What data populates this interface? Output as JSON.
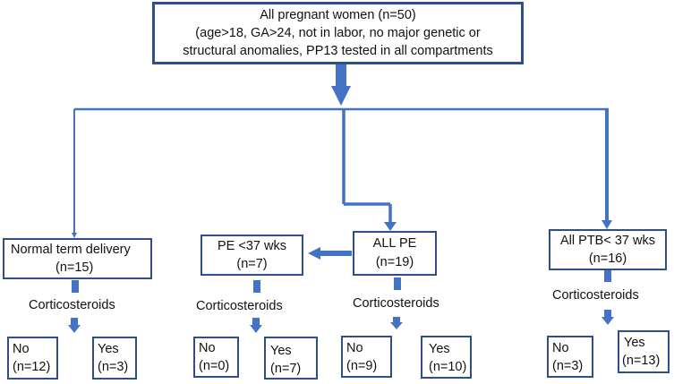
{
  "top": {
    "line1": "All pregnant women (n=50)",
    "line2": "(age>18, GA>24, not in labor, no major genetic or",
    "line3": "structural anomalies, PP13 tested in all compartments"
  },
  "groups": {
    "normal": {
      "title": "Normal term delivery",
      "n": "(n=15)"
    },
    "pe37": {
      "title": "PE <37 wks",
      "n": "(n=7)"
    },
    "allpe": {
      "title": "ALL PE",
      "n": "(n=19)"
    },
    "ptb": {
      "title": "All PTB< 37 wks",
      "n": "(n=16)"
    }
  },
  "corticosteroids_label": "Corticosteroids",
  "outcomes": {
    "normal_no": {
      "label": "No",
      "n": "(n=12)"
    },
    "normal_yes": {
      "label": "Yes",
      "n": "(n=3)"
    },
    "pe37_no": {
      "label": "No",
      "n": "(n=0)"
    },
    "pe37_yes": {
      "label": "Yes",
      "n": "(n=7)"
    },
    "allpe_no": {
      "label": "No",
      "n": "(n=9)"
    },
    "allpe_yes": {
      "label": "Yes",
      "n": "(n=10)"
    },
    "ptb_no": {
      "label": "No",
      "n": "(n=3)"
    },
    "ptb_yes": {
      "label": "Yes",
      "n": "(n=13)"
    }
  },
  "colors": {
    "line": "#4472c4",
    "border": "#2f4f8a"
  }
}
